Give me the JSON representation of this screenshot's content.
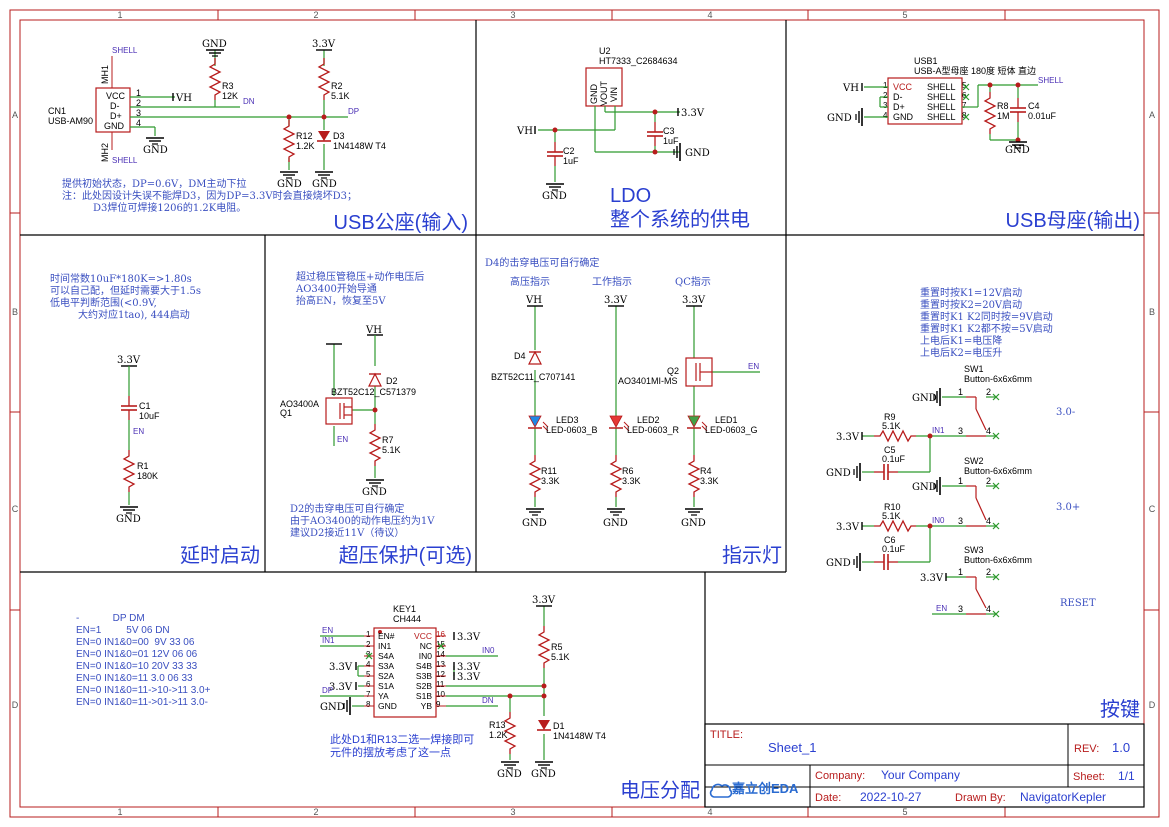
{
  "frame": {
    "cols": [
      "1",
      "2",
      "3",
      "4",
      "5"
    ],
    "rows": [
      "A",
      "B",
      "C",
      "D"
    ]
  },
  "usb_in": {
    "title": "USB公座(输入)",
    "conn_ref": "CN1",
    "conn_val": "USB-AM90",
    "mh1": "MH1",
    "mh2": "MH2",
    "shell": "SHELL",
    "pins": [
      "VCC",
      "D-",
      "D+",
      "GND"
    ],
    "pin_nums": [
      "1",
      "2",
      "3",
      "4"
    ],
    "vh": "VH",
    "dn": "DN",
    "dp": "DP",
    "gnd": "GND",
    "v33": "3.3V",
    "r3": "R3",
    "r3v": "12K",
    "r2": "R2",
    "r2v": "5.1K",
    "r12": "R12",
    "r12v": "1.2K",
    "d3": "D3",
    "d3v": "1N4148W T4",
    "note": [
      "提供初始状态，DP=0.6V，DM主动下拉",
      "注：此处因设计失误不能焊D3，因为DP=3.3V时会直接烧坏D3；",
      "D3焊位可焊接1206的1.2K电阻。"
    ]
  },
  "ldo": {
    "title1": "LDO",
    "title2": "整个系统的供电",
    "ref": "U2",
    "val": "HT7333_C2684634",
    "pins": [
      "GND",
      "VOUT",
      "VIN"
    ],
    "vh": "VH",
    "v33": "3.3V",
    "gnd": "GND",
    "c2": "C2",
    "c2v": "1uF",
    "c3": "C3",
    "c3v": "1uF"
  },
  "usb_out": {
    "title": "USB母座(输出)",
    "ref": "USB1",
    "val": "USB-A型母座 180度 短体 直边",
    "pins_left": [
      "VCC",
      "D-",
      "D+",
      "GND"
    ],
    "pins_right": [
      "SHELL",
      "SHELL",
      "SHELL",
      "SHELL"
    ],
    "nums_left": [
      "1",
      "2",
      "3",
      "4"
    ],
    "nums_right": [
      "5",
      "6",
      "7",
      "8"
    ],
    "vh": "VH",
    "gnd": "GND",
    "shell": "SHELL",
    "r8": "R8",
    "r8v": "1M",
    "c4": "C4",
    "c4v": "0.01uF"
  },
  "delay": {
    "title": "延时启动",
    "note": [
      "时间常数10uF*180K=>1.80s",
      "可以自己配，但延时需要大于1.5s",
      "低电平判断范围(<0.9V,",
      "大约对应1tao), 444启动"
    ],
    "v33": "3.3V",
    "c1": "C1",
    "c1v": "10uF",
    "en": "EN",
    "r1": "R1",
    "r1v": "180K",
    "gnd": "GND"
  },
  "ovp": {
    "title": "超压保护(可选)",
    "note": [
      "超过稳压管稳压+动作电压后",
      "AO3400开始导通",
      "抬高EN，恢复至5V"
    ],
    "q1v": "AO3400A",
    "q1": "Q1",
    "vh": "VH",
    "d2": "D2",
    "d2v": "BZT52C12_C571379",
    "r7": "R7",
    "r7v": "5.1K",
    "en": "EN",
    "gnd": "GND",
    "note2": [
      "D2的击穿电压可自行确定",
      "由于AO3400的动作电压约为1V",
      "建议D2接近11V（待议）"
    ]
  },
  "ind": {
    "title": "指示灯",
    "note": "D4的击穿电压可自行确定",
    "labels": [
      "高压指示",
      "工作指示",
      "QC指示"
    ],
    "vh": "VH",
    "v33": "3.3V",
    "d4": "D4",
    "d4v": "BZT52C11_C707141",
    "q2": "Q2",
    "q2v": "AO3401MI-MS",
    "en": "EN",
    "leds": [
      {
        "ref": "LED3",
        "val": "LED-0603_B",
        "color": "#1e88e5"
      },
      {
        "ref": "LED2",
        "val": "LED-0603_R",
        "color": "#e53935"
      },
      {
        "ref": "LED1",
        "val": "LED-0603_G",
        "color": "#43a047"
      }
    ],
    "r11": "R11",
    "r6": "R6",
    "r4": "R4",
    "rv": "3.3K",
    "gnd": "GND"
  },
  "keys": {
    "title": "按键",
    "note": [
      "重置时按K1=12V启动",
      "重置时按K2=20V启动",
      "重置时K1 K2同时按=9V启动",
      "重置时K1 K2都不按=5V启动",
      "上电后K1=电压降",
      "上电后K2=电压升"
    ],
    "sw1": "SW1",
    "sw2": "SW2",
    "sw3": "SW3",
    "swv": "Button-6x6x6mm",
    "r9": "R9",
    "r10": "R10",
    "rv": "5.1K",
    "c5": "C5",
    "c6": "C6",
    "cv": "0.1uF",
    "in1": "IN1",
    "in0": "IN0",
    "en": "EN",
    "v33": "3.3V",
    "gnd": "GND",
    "k30m": "3.0-",
    "k30p": "3.0+",
    "reset": "RESET"
  },
  "volt": {
    "title": "电压分配",
    "table": [
      "-            DP DM",
      "EN=1         5V 06 DN",
      "EN=0 IN1&0=00  9V 33 06",
      "EN=0 IN1&0=01 12V 06 06",
      "EN=0 IN1&0=10 20V 33 33",
      "EN=0 IN1&0=11 3.0 06 33",
      "EN=0 IN1&0=11->10->11 3.0+",
      "EN=0 IN1&0=11->01->11 3.0-"
    ],
    "key_ref": "KEY1",
    "key_val": "CH444",
    "pins_left": [
      "EN#",
      "IN1",
      "S4A",
      "S3A",
      "S2A",
      "S1A",
      "YA",
      "GND"
    ],
    "nums_left": [
      "1",
      "2",
      "3",
      "4",
      "5",
      "6",
      "7",
      "8"
    ],
    "pins_right": [
      "VCC",
      "NC",
      "IN0",
      "S4B",
      "S3B",
      "S2B",
      "S1B",
      "YB"
    ],
    "nums_right": [
      "16",
      "15",
      "14",
      "13",
      "12",
      "11",
      "10",
      "9"
    ],
    "en": "EN",
    "in1": "IN1",
    "in0": "IN0",
    "dp": "DP",
    "dn": "DN",
    "v33": "3.3V",
    "gnd": "GND",
    "r5": "R5",
    "r5v": "5.1K",
    "r13": "R13",
    "r13v": "1.2K",
    "d1": "D1",
    "d1v": "1N4148W T4",
    "note": [
      "此处D1和R13二选一焊接即可",
      "元件的摆放考虑了这一点"
    ]
  },
  "title_block": {
    "title_label": "TITLE:",
    "title": "Sheet_1",
    "rev_label": "REV:",
    "rev": "1.0",
    "company_label": "Company:",
    "company": "Your Company",
    "sheet_label": "Sheet:",
    "sheet": "1/1",
    "date_label": "Date:",
    "date": "2022-10-27",
    "drawn_label": "Drawn By:",
    "drawn": "NavigatorKepler",
    "logo": "嘉立创EDA"
  }
}
